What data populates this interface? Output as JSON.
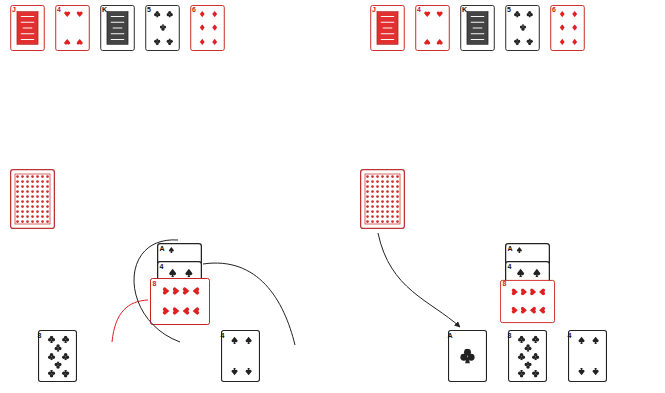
{
  "diagram": {
    "labels": [
      "J",
      "4",
      "K",
      "5",
      "6",
      "J",
      "4",
      "K",
      "5",
      "6",
      "A",
      "4",
      "8",
      "8",
      "4",
      "A",
      "4",
      "8",
      "A",
      "8",
      "4"
    ]
  }
}
